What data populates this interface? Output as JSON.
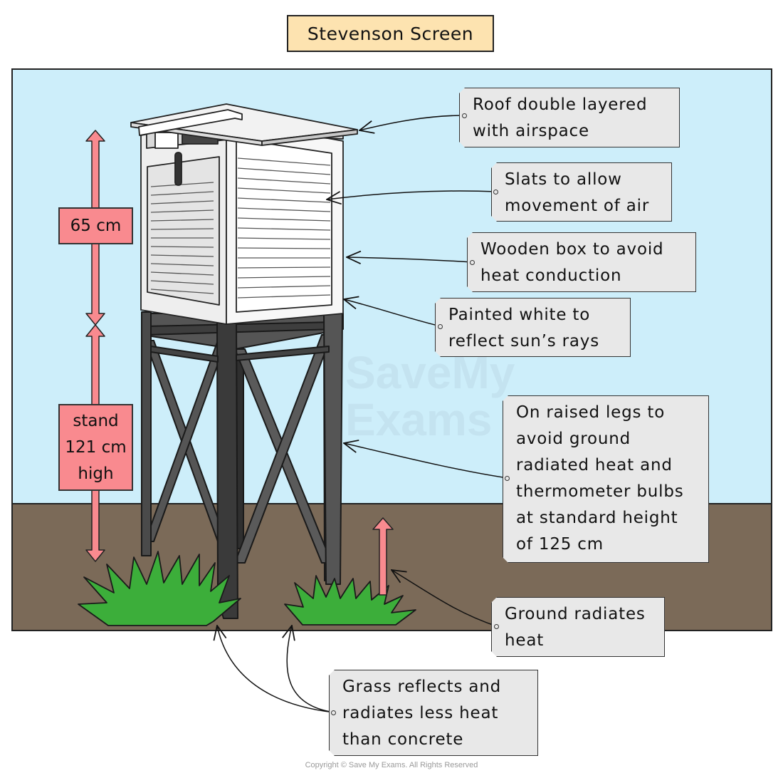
{
  "title": "Stevenson Screen",
  "measurements": {
    "top": "65 cm",
    "stand": "stand\n121 cm\nhigh"
  },
  "labels": {
    "roof": "Roof double layered\nwith airspace",
    "slats": "Slats to allow\nmovement of air",
    "wooden": "Wooden box to avoid\nheat conduction",
    "painted": "Painted white to\nreflect sun’s rays",
    "legs": "On raised legs to\navoid ground\nradiated heat and\nthermometer bulbs\nat standard height\nof 125 cm",
    "ground": "Ground radiates\nheat",
    "grass": "Grass reflects and\nradiates less heat\nthan concrete"
  },
  "watermark": {
    "line1": "SaveMy",
    "line2": "Exams"
  },
  "copyright": "Copyright © Save My Exams. All Rights Reserved",
  "colors": {
    "sky": "#cdeefa",
    "ground": "#7b6a58",
    "grass": "#3cae3a",
    "arrow_pink": "#f98a8f",
    "label_bg": "#e8e8e8",
    "title_bg": "#fde3b0",
    "stand_dark": "#4a4a4a"
  }
}
